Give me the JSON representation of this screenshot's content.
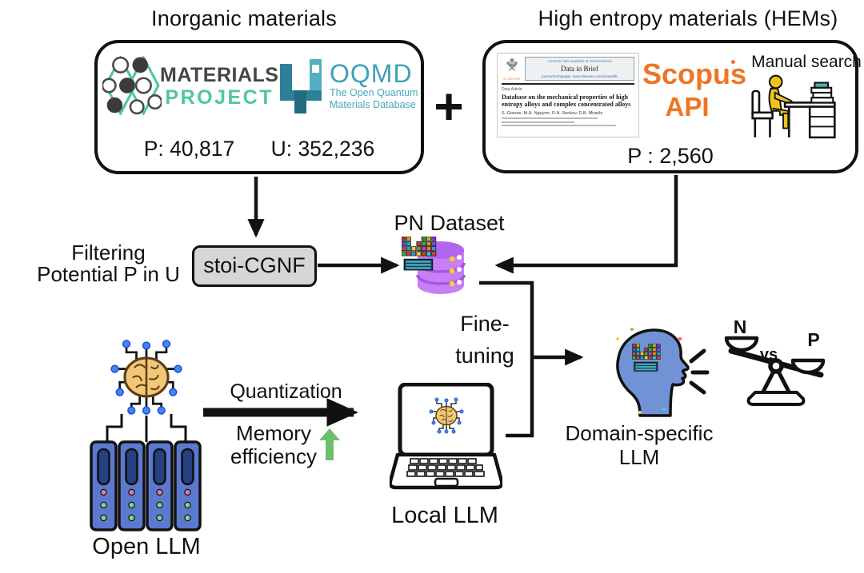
{
  "figure": {
    "title_left": "Inorganic materials",
    "title_right": "High entropy materials (HEMs)",
    "plus": "+"
  },
  "inorganic_box": {
    "materials_project": {
      "line1": "MATERIALS",
      "line2": "PROJECT"
    },
    "oqmd": {
      "name": "OQMD",
      "tagline1": "The Open Quantum",
      "tagline2": "Materials Database"
    },
    "p_count": "P: 40,817",
    "u_count": "U: 352,236"
  },
  "hems_box": {
    "paper": {
      "publisher": "ELSEVIER",
      "contents_line": "Contents lists available at ScienceDirect",
      "journal": "Data in Brief",
      "homepage_line": "journal homepage: www.elsevier.com/locate/dib",
      "article_type": "Data Article",
      "title": "Database on the mechanical properties of high entropy alloys and complex concentrated alloys",
      "authors": "S. Gorsse, M.H. Nguyen, O.N. Senkov, D.B. Miracle"
    },
    "scopus_line1": "Scopus",
    "scopus_line2": "API",
    "manual_search": "Manual search",
    "p_count": "P : 2,560"
  },
  "filtering": {
    "line1": "Filtering",
    "line2": "Potential P in U"
  },
  "stoi_cgnf": {
    "label": "stoi-CGNF"
  },
  "pn_dataset": {
    "label": "PN Dataset"
  },
  "fine_tuning": {
    "line1": "Fine-",
    "line2": "tuning"
  },
  "open_llm": {
    "label": "Open LLM"
  },
  "quantization": {
    "label": "Quantization",
    "memory1": "Memory",
    "memory2": "efficiency"
  },
  "local_llm": {
    "label": "Local LLM"
  },
  "domain_llm": {
    "line1": "Domain-specific",
    "line2": "LLM"
  },
  "balance": {
    "left_label": "N",
    "versus": "vs",
    "right_label": "P"
  },
  "colors": {
    "mp_mint": "#4fc6a0",
    "mp_dark": "#454545",
    "oqmd_teal": "#2e8099",
    "oqmd_text": "#3f9fb8",
    "scopus_orange": "#ee7623",
    "db_purple": "#c87ff4",
    "head_blue": "#7193d6",
    "brain_yellow": "#f2c778",
    "server_blue": "#5b79cf",
    "person_yellow": "#f0c419",
    "efficiency_green": "#6cbf6c",
    "line_black": "#111111"
  }
}
